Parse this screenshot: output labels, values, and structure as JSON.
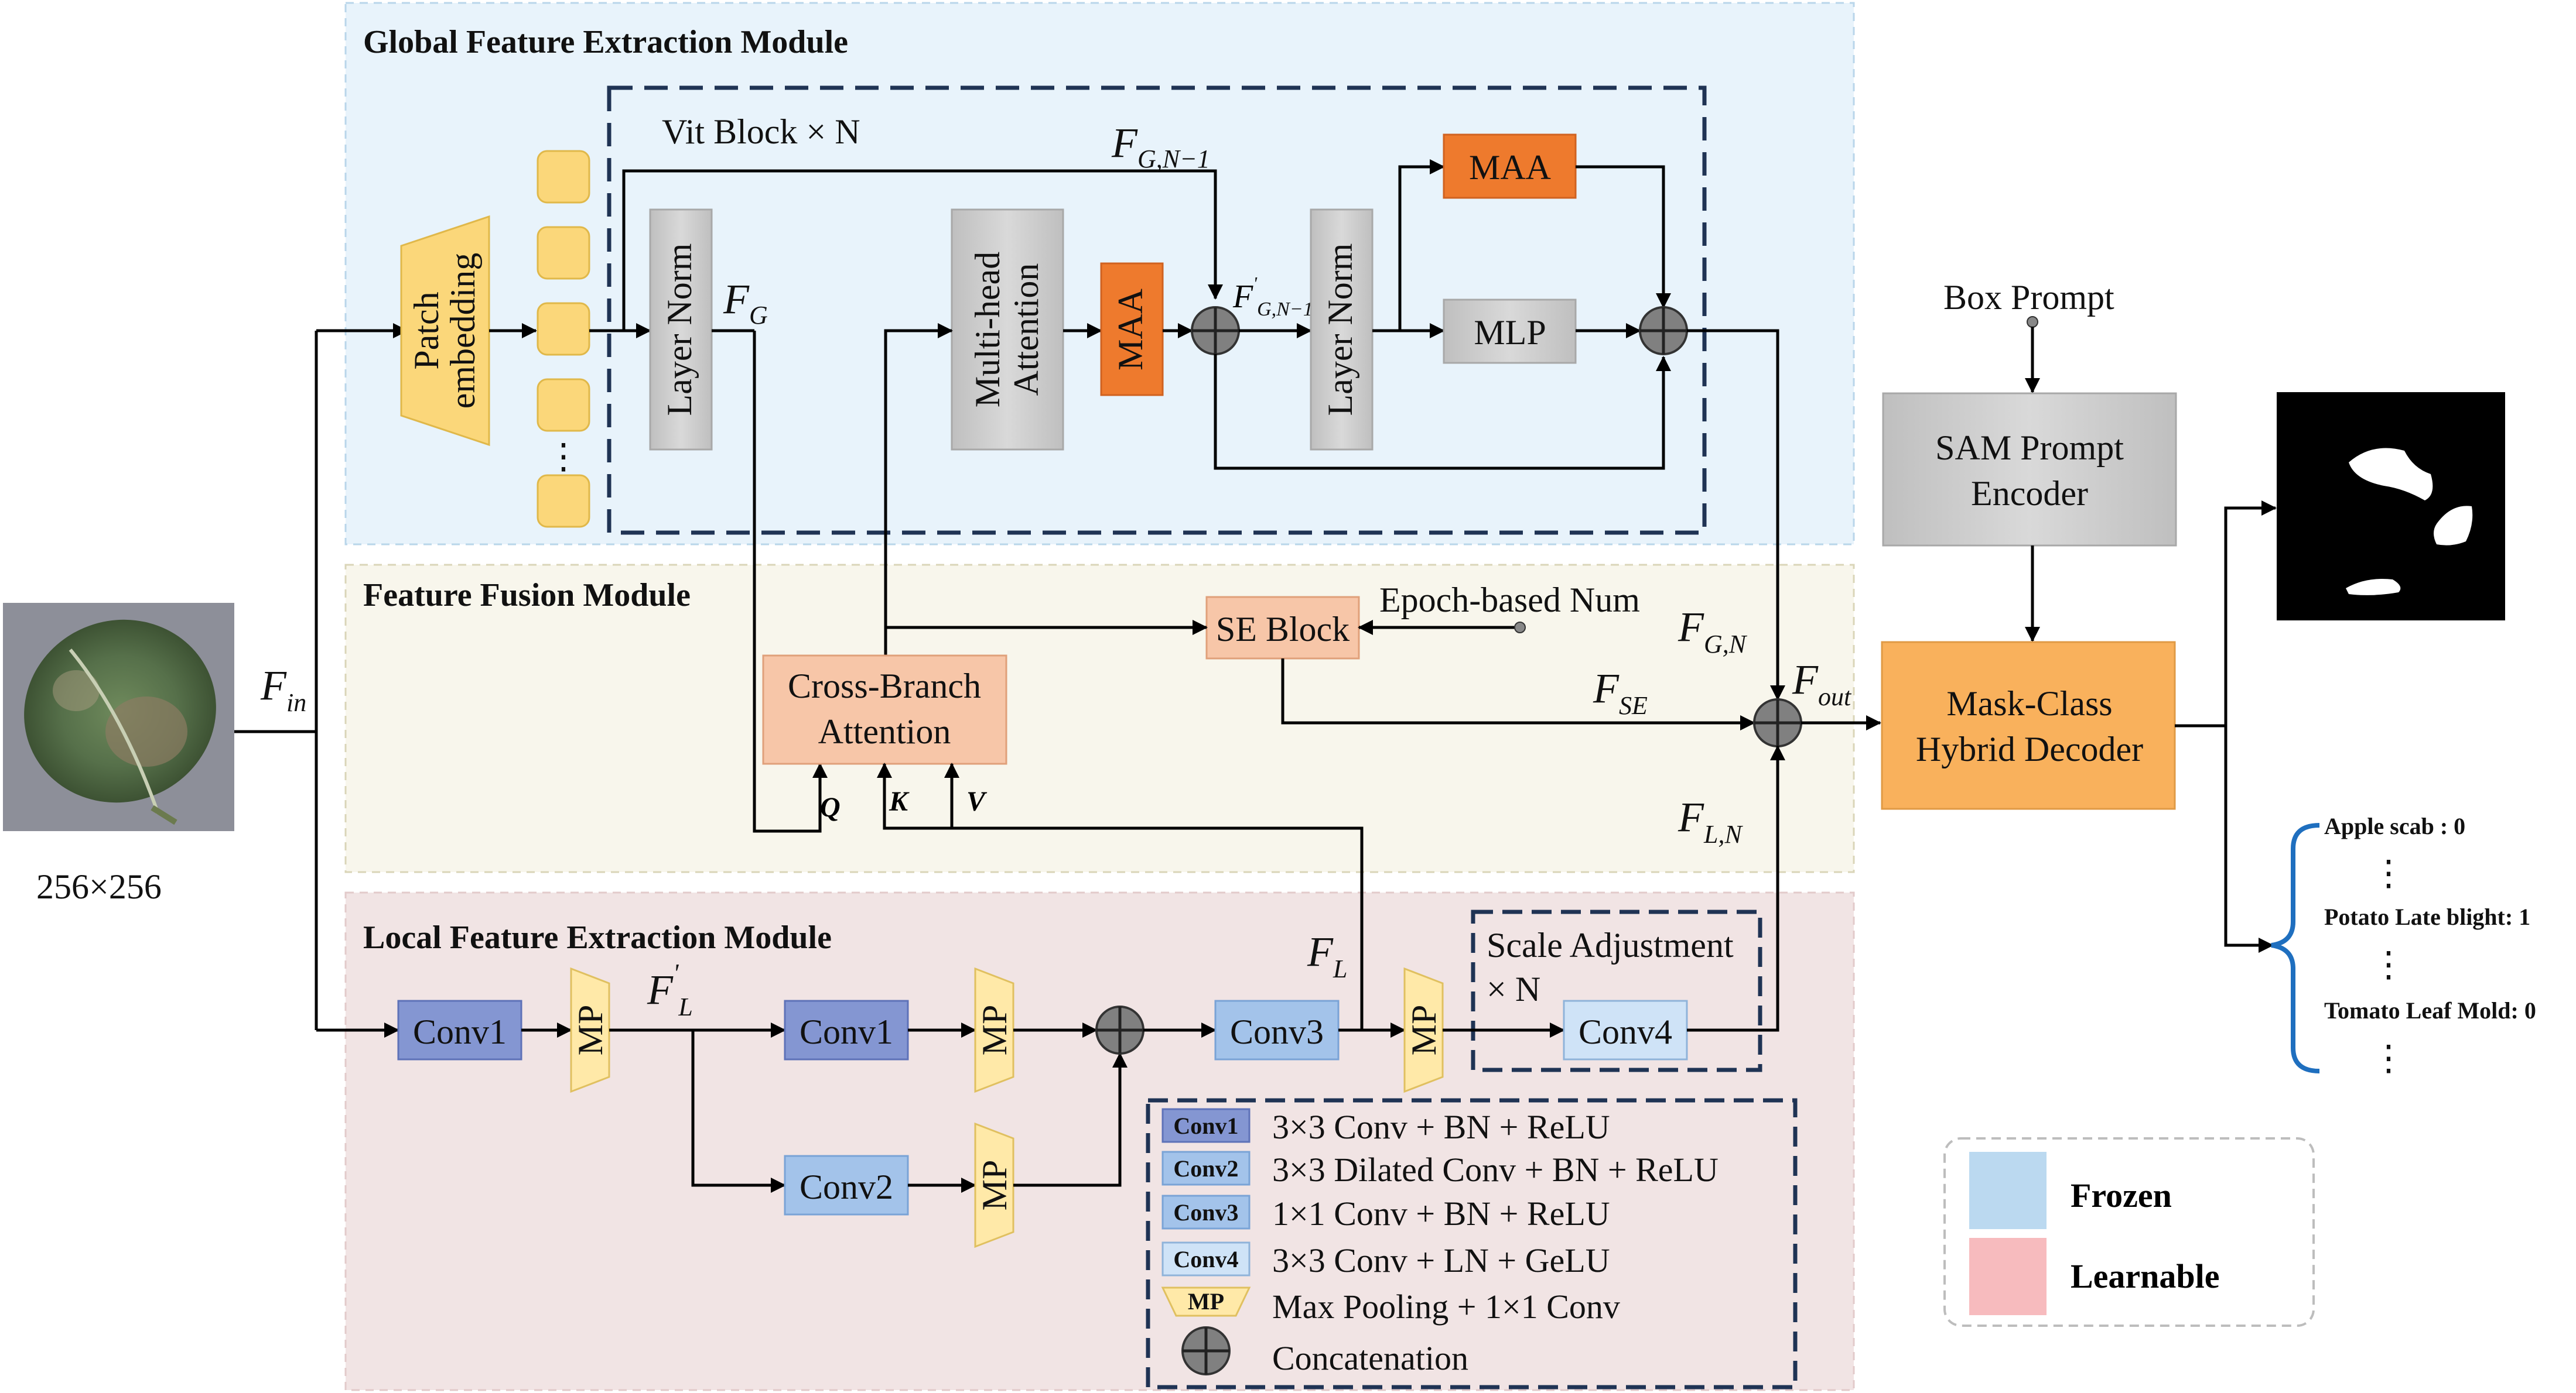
{
  "modules": {
    "global": "Global Feature Extraction Module",
    "fusion": "Feature Fusion Module",
    "local": "Local Feature Extraction Module"
  },
  "input": {
    "size_label": "256×256"
  },
  "global": {
    "patch_embedding": "Patch embedding",
    "vit_block": "Vit Block × N",
    "layer_norm": "Layer Norm",
    "multi_head": "Multi-head Attention",
    "maa": "MAA",
    "mlp": "MLP",
    "token_dots": "⋮"
  },
  "prompt": {
    "box_prompt": "Box Prompt",
    "encoder": "SAM Prompt Encoder",
    "decoder": "Mask-Class Hybrid Decoder"
  },
  "fusion": {
    "se_block": "SE Block",
    "epoch_num": "Epoch-based Num",
    "cross_branch": "Cross-Branch Attention",
    "q": "Q",
    "k": "K",
    "v": "V"
  },
  "local": {
    "conv1": "Conv1",
    "conv2": "Conv2",
    "conv3": "Conv3",
    "conv4": "Conv4",
    "mp": "MP",
    "scale_adjust_1": "Scale Adjustment",
    "scale_adjust_2": "× N"
  },
  "symbols": {
    "F_in": {
      "base": "F",
      "sub": "in"
    },
    "F_G": {
      "base": "F",
      "sub": "G"
    },
    "F_GN1": {
      "base": "F",
      "sub": "G,N−1"
    },
    "F_GN1p": {
      "base": "F",
      "sub": "G,N−1",
      "sup": "'"
    },
    "F_GN": {
      "base": "F",
      "sub": "G,N"
    },
    "F_SE": {
      "base": "F",
      "sub": "SE"
    },
    "F_out": {
      "base": "F",
      "sub": "out"
    },
    "F_LN": {
      "base": "F",
      "sub": "L,N"
    },
    "F_L": {
      "base": "F",
      "sub": "L"
    },
    "F_Lp": {
      "base": "F",
      "sub": "L",
      "sup": "'"
    }
  },
  "legend": {
    "conv1_desc": "3×3 Conv + BN + ReLU",
    "conv2_desc": "3×3 Dilated Conv + BN + ReLU",
    "conv3_desc": "1×1 Conv + BN + ReLU",
    "conv4_desc": "3×3 Conv + LN + GeLU",
    "mp_desc": "Max Pooling + 1×1 Conv",
    "concat_desc": "Concatenation",
    "frozen": "Frozen",
    "learnable": "Learnable"
  },
  "classes": {
    "items": [
      "Apple scab : 0",
      "Potato Late blight: 1",
      "Tomato Leaf Mold: 0"
    ],
    "dots": "⋮"
  },
  "colors": {
    "global_bg": "#E8F3FB",
    "fusion_bg": "#F8F6EC",
    "local_bg": "#F1E4E4",
    "yellow": "#FBD77A",
    "gray": "#C8C8C8",
    "orange": "#EE7A2D",
    "peach": "#F7C6A8",
    "blue_dark": "#8496D2",
    "blue_mid": "#A3C3EA",
    "blue_light": "#CFE3F7",
    "decoder": "#F9B15C",
    "frozen": "#BBD9F0",
    "learnable": "#F7BBBE"
  }
}
